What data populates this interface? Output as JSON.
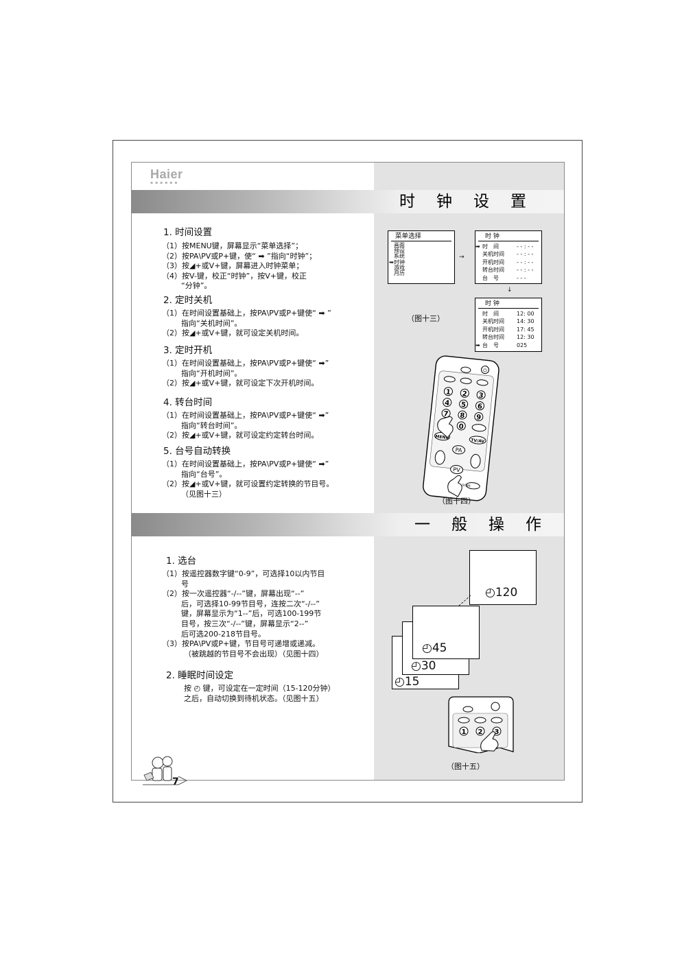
{
  "brand": "Haier",
  "brand_dots": "▪▪▪▪▪▪",
  "page_number": "7",
  "section1": {
    "title": "时钟设置",
    "items": [
      {
        "heading": "1. 时间设置",
        "lines": [
          "（1）按MENU键，屏幕显示“菜单选择”；",
          "（2）按PA\\PV或P+键，使“ ➡ ”指向“时钟”；",
          "（3）按◢+或V+键，屏幕进入时钟菜单；",
          "（4）按V-键，校正“时钟”，按V+键，校正",
          "“分钟”。"
        ]
      },
      {
        "heading": "2. 定时关机",
        "lines": [
          "（1）在时间设置基础上，按PA\\PV或P+键使“ ➡ ”",
          "指向“关机时间”。",
          "（2）按◢+或V+键，就可设定关机时间。"
        ]
      },
      {
        "heading": "3. 定时开机",
        "lines": [
          "（1）在时间设置基础上，按PA\\PV或P+键使“ ➡”",
          "指向“开机时间”。",
          "（2）按◢+或V+键，就可设定下次开机时间。"
        ]
      },
      {
        "heading": "4. 转台时间",
        "lines": [
          "（1）在时间设置基础上，按PA\\PV或P+键使“ ➡”",
          "指向“转台时间”。",
          "（2）按◢+或V+键，就可设定约定转台时间。"
        ]
      },
      {
        "heading": "5. 台号自动转换",
        "lines": [
          "（1）在时间设置基础上，按PA\\PV或P+键使“ ➡”",
          "指向“台号”。",
          "（2）按◢+或V+键，就可设置约定转换的节目号。",
          "（见图十三）"
        ]
      }
    ],
    "menu_screen": {
      "title": "菜单选择",
      "items": [
        "画面",
        "预设",
        "系统",
        "时钟",
        "游戏",
        "月历"
      ],
      "selected": "时钟"
    },
    "clock_screen_1": {
      "title": "时 钟",
      "rows": [
        {
          "label": "时　间",
          "value": "- - : - -",
          "selected": true
        },
        {
          "label": "关机时间",
          "value": "- - : - -"
        },
        {
          "label": "开机时间",
          "value": "- - : - -"
        },
        {
          "label": "转台时间",
          "value": "- - : - -"
        },
        {
          "label": "台　号",
          "value": "- - -"
        }
      ]
    },
    "clock_screen_2": {
      "title": "时 钟",
      "rows": [
        {
          "label": "时　间",
          "value": "12: 00"
        },
        {
          "label": "关机时间",
          "value": "14: 30"
        },
        {
          "label": "开机时间",
          "value": "17: 45"
        },
        {
          "label": "转台时间",
          "value": "12: 30"
        },
        {
          "label": "台　号",
          "value": "025",
          "selected": true
        }
      ]
    },
    "fig13_caption": "（图十三）",
    "fig14_caption": "（图十四）",
    "remote_labels": {
      "menu": "MENU",
      "tvav": "TV/AV",
      "pa": "PA",
      "pv": "PV",
      "scan": "SCAN",
      "digits": [
        "1",
        "2",
        "3",
        "4",
        "5",
        "6",
        "7",
        "8",
        "9",
        "0"
      ]
    }
  },
  "section2": {
    "title": "一般操作",
    "items": [
      {
        "heading": "1. 选台",
        "lines": [
          "（1）按遥控器数字键“0-9”，可选择10以内节目",
          "号",
          "（2）按一次遥控器“-/--”键，屏幕出现“--”",
          "后，可选择10-99节目号，连按二次“-/--”",
          "键，屏幕显示为“1--”后，可选100-199节",
          "目号，按三次“-/--”键，屏幕显示“2--”",
          "后可选200-218节目号。",
          "（3）按PA\\PV或P+键，节目号可递增或递减。",
          "（被跳越的节目号不会出现）（见图十四）"
        ]
      },
      {
        "heading": "2. 睡眠时间设定",
        "lines": [
          "按 ◴ 键，可设定在一定时间（15-120分钟）",
          "之后，自动切换到待机状态。（见图十五）"
        ]
      }
    ],
    "sleep_values": [
      "◴120",
      "◴45",
      "◴30",
      "◴15"
    ],
    "fig15_caption": "（图十五）"
  }
}
